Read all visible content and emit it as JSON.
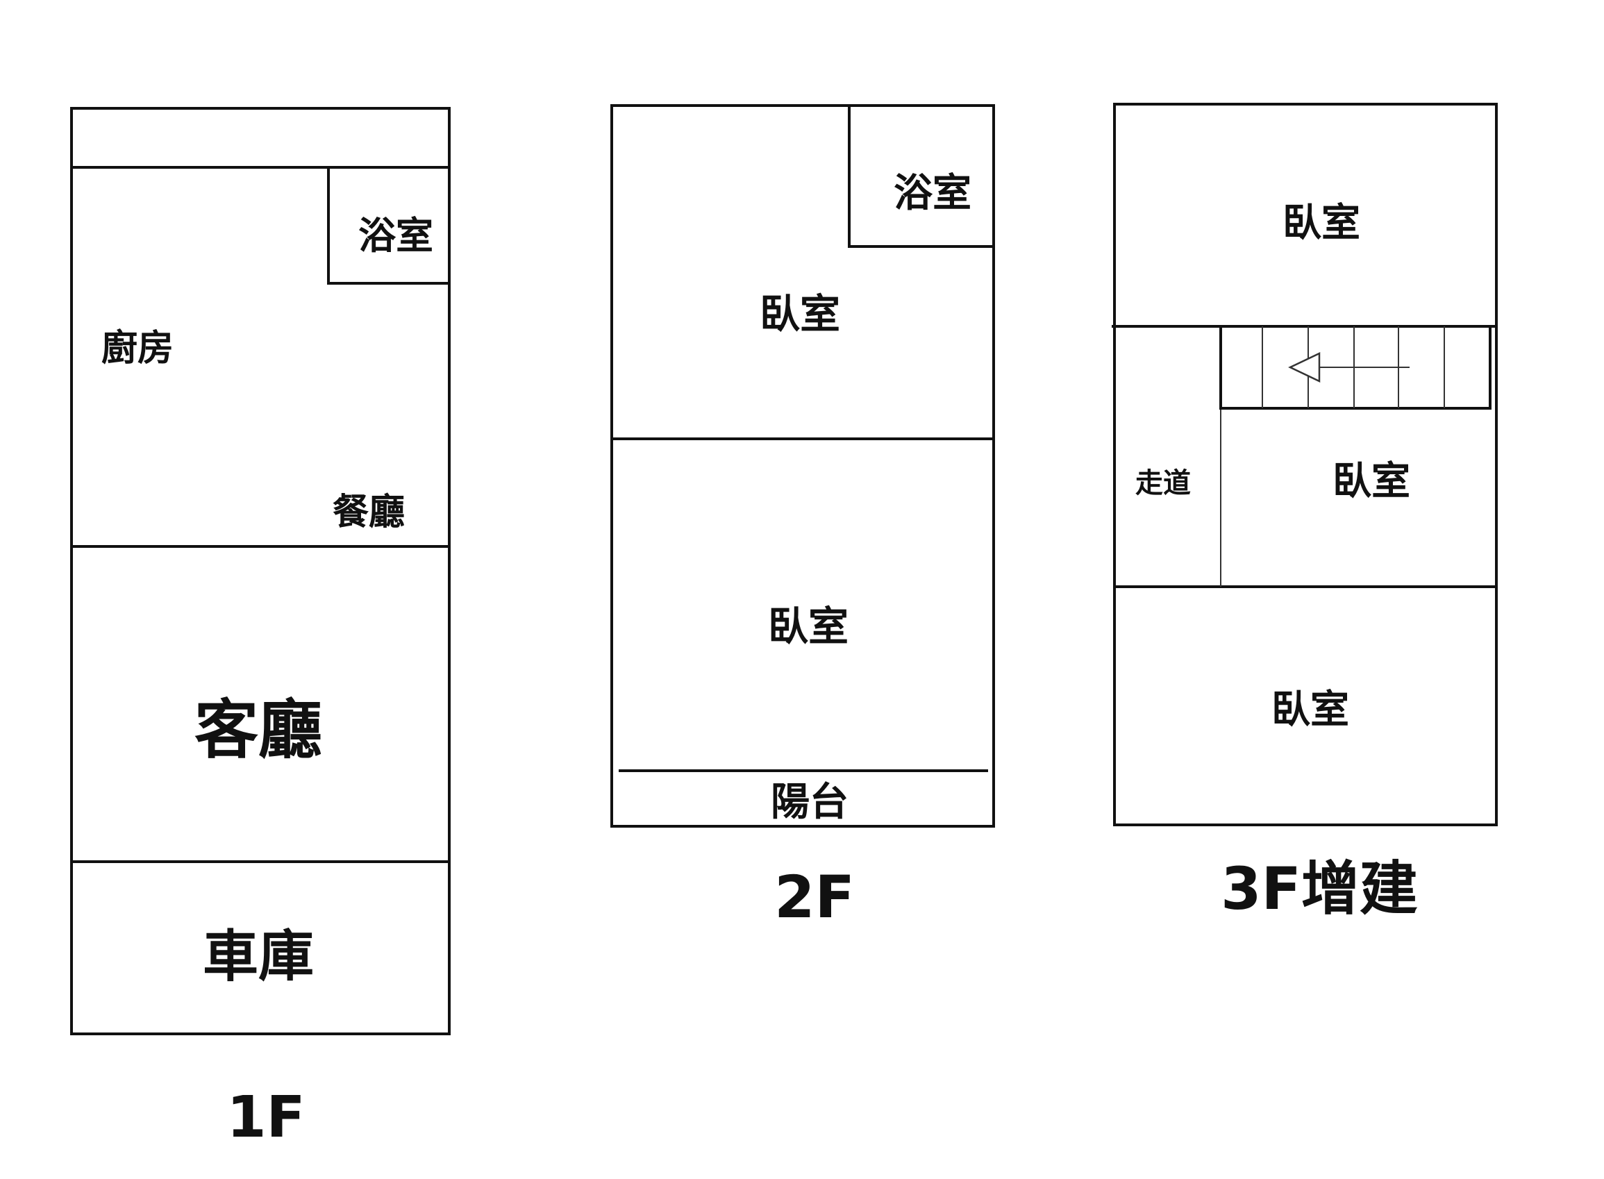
{
  "floors": {
    "f1": {
      "label": "1F",
      "rooms": {
        "bath": "浴室",
        "kitchen": "廚房",
        "dining": "餐廳",
        "living": "客廳",
        "garage": "車庫"
      }
    },
    "f2": {
      "label": "2F",
      "rooms": {
        "bath": "浴室",
        "bedroom_top": "臥室",
        "bedroom_bottom": "臥室",
        "balcony": "陽台"
      }
    },
    "f3": {
      "label": "3F增建",
      "rooms": {
        "bedroom_top": "臥室",
        "corridor": "走道",
        "bedroom_middle": "臥室",
        "bedroom_bottom": "臥室"
      }
    }
  },
  "icons": {
    "stair_arrow": "stair-direction-arrow"
  }
}
